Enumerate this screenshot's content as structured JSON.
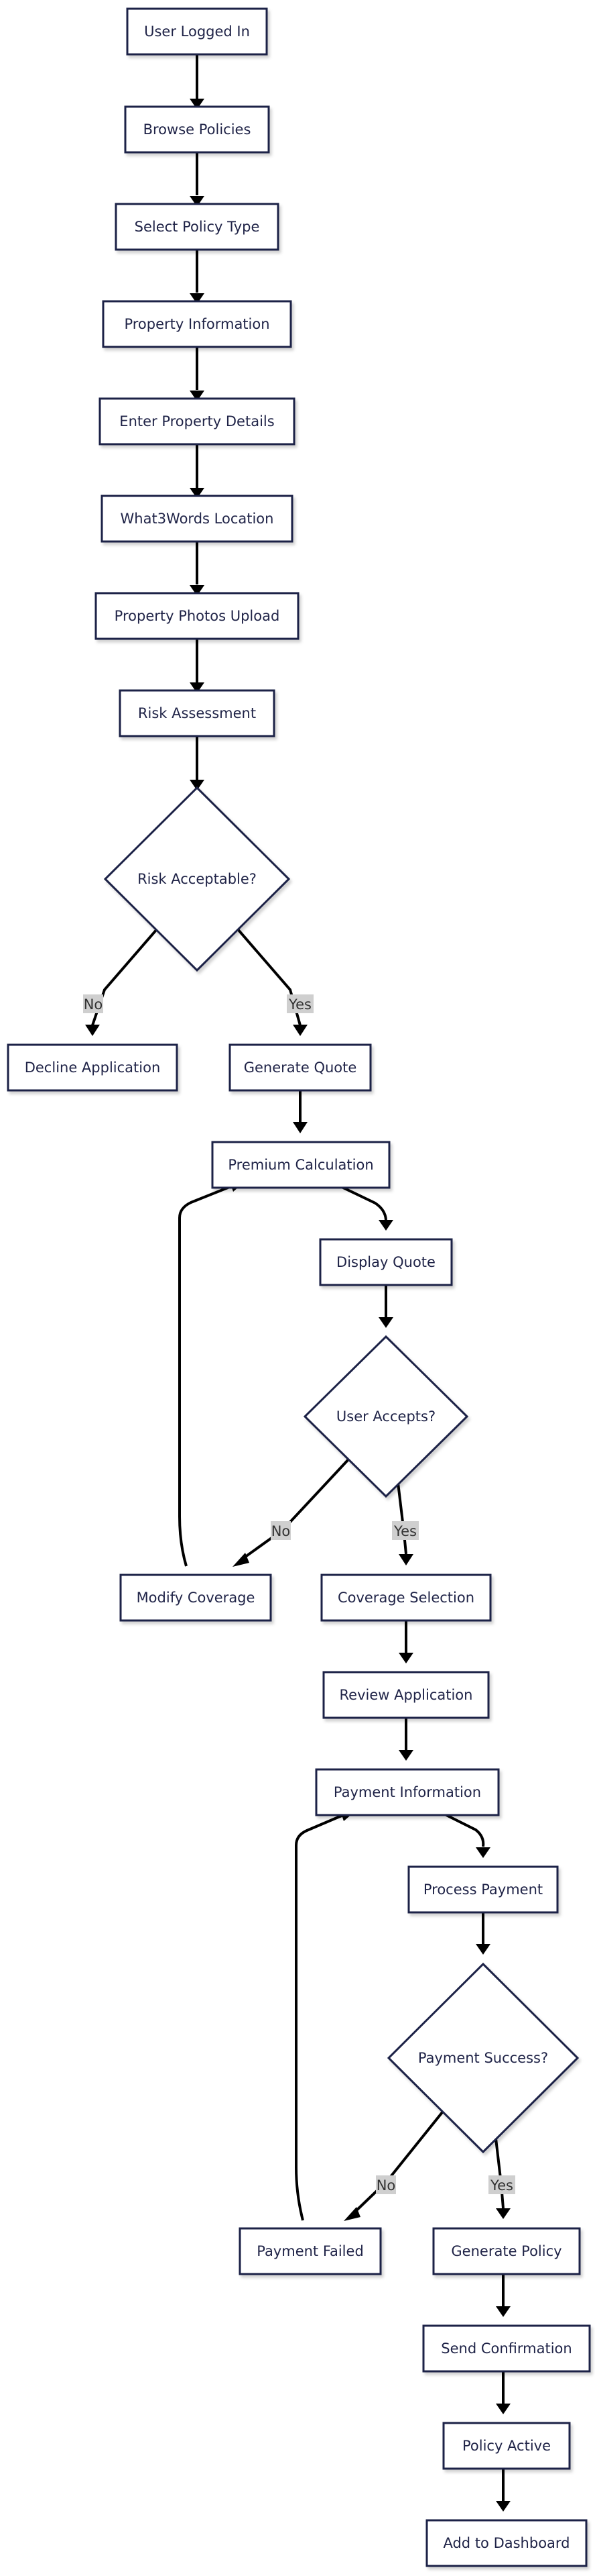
{
  "colors": {
    "node_fill": "#ffffff",
    "node_stroke": "#1f2347",
    "edge": "#000000",
    "edge_label_bg": "#cfcfcf"
  },
  "nodes": {
    "user_logged_in": "User Logged In",
    "browse_policies": "Browse Policies",
    "select_policy_type": "Select Policy Type",
    "property_information": "Property Information",
    "enter_property_details": "Enter Property Details",
    "what3words_location": "What3Words Location",
    "property_photos_upload": "Property Photos Upload",
    "risk_assessment": "Risk Assessment",
    "risk_acceptable": "Risk Acceptable?",
    "decline_application": "Decline Application",
    "generate_quote": "Generate Quote",
    "premium_calculation": "Premium Calculation",
    "display_quote": "Display Quote",
    "user_accepts": "User Accepts?",
    "modify_coverage": "Modify Coverage",
    "coverage_selection": "Coverage Selection",
    "review_application": "Review Application",
    "payment_information": "Payment Information",
    "process_payment": "Process Payment",
    "payment_success": "Payment Success?",
    "payment_failed": "Payment Failed",
    "generate_policy": "Generate Policy",
    "send_confirmation": "Send Confirmation",
    "policy_active": "Policy Active",
    "add_to_dashboard": "Add to Dashboard"
  },
  "edge_labels": {
    "risk_no": "No",
    "risk_yes": "Yes",
    "accept_no": "No",
    "accept_yes": "Yes",
    "payment_no": "No",
    "payment_yes": "Yes"
  }
}
